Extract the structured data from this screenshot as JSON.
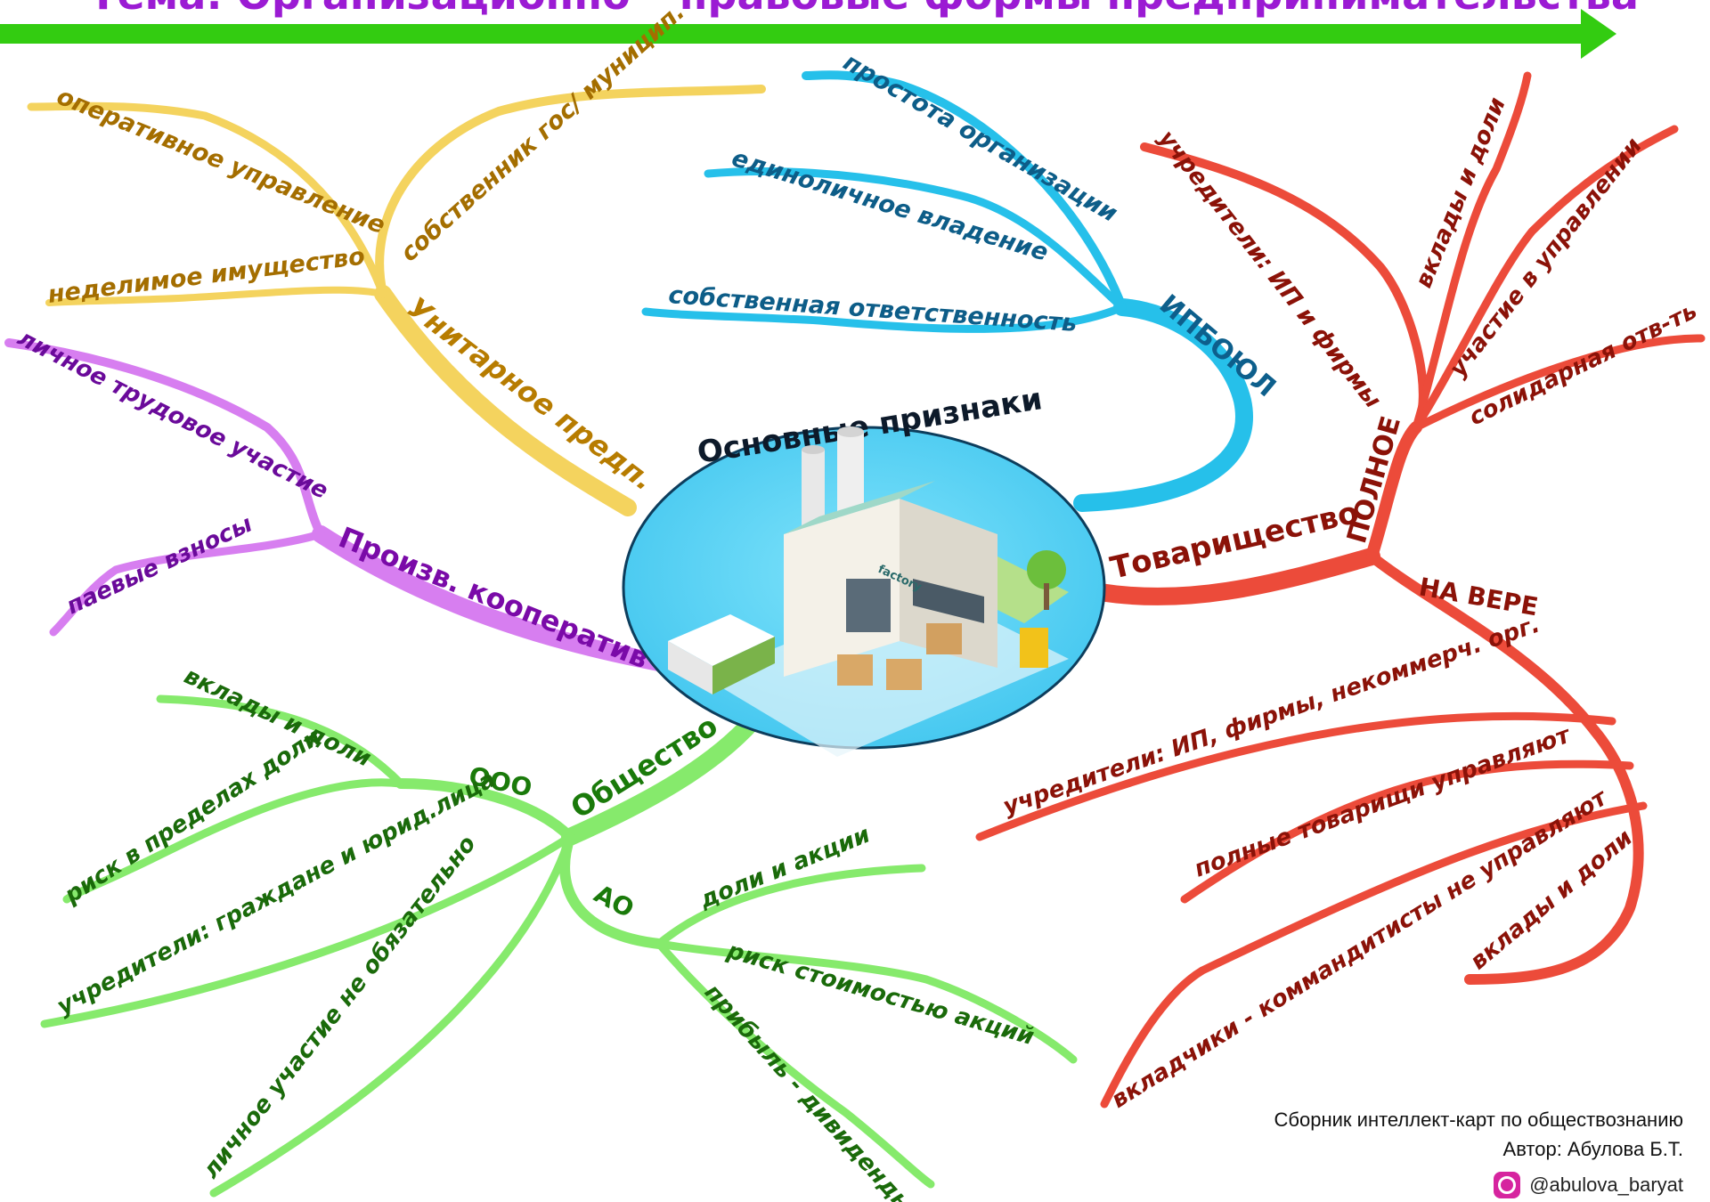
{
  "title": "Тема: Организационно – правовые формы предпринимательства",
  "center": {
    "label": "Основные признаки",
    "factory_sign": "factory"
  },
  "branches": {
    "unitary": {
      "label": "Унитарное предп.",
      "items": [
        "собственник гос/ муницип.",
        "оперативное управление",
        "неделимое имущество"
      ]
    },
    "ipboyul": {
      "label": "ИПБОЮЛ",
      "items": [
        "простота организации",
        "единоличное владение",
        "собственная ответственность"
      ]
    },
    "coop": {
      "label": "Произв. кооператив",
      "items": [
        "личное трудовое участие",
        "паевые взносы"
      ]
    },
    "partnership": {
      "label": "Товарищество",
      "full": {
        "label": "ПОЛНОЕ",
        "items": [
          "учредители: ИП и фирмы",
          "вклады и доли",
          "участие в управлении",
          "солидарная отв-ть"
        ]
      },
      "trust": {
        "label": "НА ВЕРЕ",
        "items": [
          "учредители: ИП, фирмы, некоммерч. орг.",
          "полные товарищи управляют",
          "вкладчики - коммандитисты не управляют",
          "вклады и доли"
        ]
      }
    },
    "society": {
      "label": "Общество",
      "llc": {
        "label": "ООО",
        "items": [
          "вклады и доли",
          "риск в пределах доли"
        ]
      },
      "jsc": {
        "label": "АО",
        "items": [
          "доли и акции",
          "риск стоимостью акций",
          "прибыль - дивиденды"
        ]
      },
      "common": [
        "учредители: граждане и юрид.лица",
        "личное участие не обязательно"
      ]
    }
  },
  "footer": {
    "line1": "Сборник интеллект-карт по обществознанию",
    "line2": "Автор: Абулова Б.Т.",
    "instagram": "@abulova_baryat"
  },
  "colors": {
    "title": "#9b1bd3",
    "arrow": "#33cc11",
    "yellow": "#f4d35e",
    "blue": "#26c0ea",
    "red": "#ec4b3a",
    "purple": "#d77ef0",
    "green": "#86ea6c",
    "circle": "#5fd4f3"
  }
}
